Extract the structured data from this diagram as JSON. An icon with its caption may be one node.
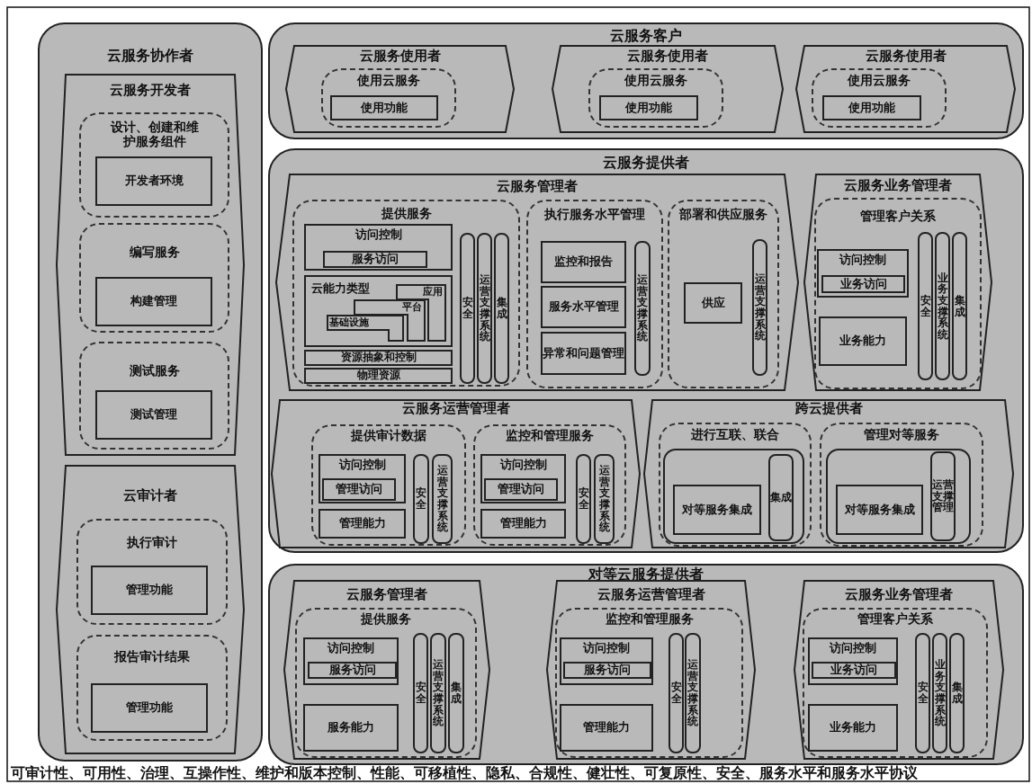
{
  "diagram": {
    "nodes": [
      {
        "text": [
          "云服务协作者"
        ]
      },
      {
        "text": [
          "云服务开发者"
        ],
        "in": 0
      },
      {
        "text": [
          "设计、创建和维护服务组件"
        ],
        "in": 1
      },
      {
        "text": [
          "开发者环境"
        ],
        "in": 2
      },
      {
        "text": [
          "编写服务"
        ],
        "in": 1
      },
      {
        "text": [
          "构建管理"
        ],
        "in": 4
      },
      {
        "text": [
          "测试服务"
        ],
        "in": 1
      },
      {
        "text": [
          "测试管理"
        ],
        "in": 6
      },
      {
        "text": [
          "云审计者"
        ],
        "in": 0
      },
      {
        "text": [
          "执行审计"
        ],
        "in": 8
      },
      {
        "text": [
          "管理功能"
        ],
        "in": 9
      },
      {
        "text": [
          "报告审计结果"
        ],
        "in": 8
      },
      {
        "text": [
          "管理功能"
        ],
        "in": 11
      },
      {
        "text": [
          "云服务客户"
        ]
      },
      {
        "text": [
          "云服务使用者"
        ],
        "in": 13
      },
      {
        "text": [
          "使用云服务"
        ],
        "in": 14
      },
      {
        "text": [
          "使用功能"
        ],
        "in": 15
      },
      {
        "text": [
          "云服务使用者"
        ],
        "in": 13
      },
      {
        "text": [
          "使用云服务"
        ],
        "in": 17
      },
      {
        "text": [
          "使用功能"
        ],
        "in": 18
      },
      {
        "text": [
          "云服务使用者"
        ],
        "in": 13
      },
      {
        "text": [
          "使用云服务"
        ],
        "in": 20
      },
      {
        "text": [
          "使用功能"
        ],
        "in": 21
      },
      {
        "text": [
          "云服务提供者"
        ]
      },
      {
        "text": [
          "云服务管理者"
        ],
        "in": 23
      },
      {
        "text": [
          "提供服务"
        ],
        "in": 24
      },
      {
        "text": [
          "访问控制"
        ],
        "in": 25
      },
      {
        "text": [
          "服务访问"
        ],
        "in": 26
      },
      {
        "text": [
          "云能力类型"
        ],
        "in": 25
      },
      {
        "text": [
          "应用"
        ],
        "in": 28
      },
      {
        "text": [
          "平台"
        ],
        "in": 28
      },
      {
        "text": [
          "基础设施"
        ],
        "in": 28
      },
      {
        "text": [
          "资源抽象和控制"
        ],
        "in": 25
      },
      {
        "text": [
          "物理资源"
        ],
        "in": 25
      },
      {
        "text": [
          "安全"
        ],
        "in": 25
      },
      {
        "text": [
          "运营支撑系统"
        ],
        "in": 25
      },
      {
        "text": [
          "集成"
        ],
        "in": 25
      },
      {
        "text": [
          "执行服务水平管理"
        ],
        "in": 24
      },
      {
        "text": [
          "监控和报告"
        ],
        "in": 37
      },
      {
        "text": [
          "服务水平管理"
        ],
        "in": 37
      },
      {
        "text": [
          "异常和问题管理"
        ],
        "in": 37
      },
      {
        "text": [
          "运营支撑系统"
        ],
        "in": 37
      },
      {
        "text": [
          "部署和供应服务"
        ],
        "in": 24
      },
      {
        "text": [
          "供应"
        ],
        "in": 42
      },
      {
        "text": [
          "运营支撑系统"
        ],
        "in": 42
      },
      {
        "text": [
          "云服务业务管理者"
        ],
        "in": 23
      },
      {
        "text": [
          "管理客户关系"
        ],
        "in": 45
      },
      {
        "text": [
          "访问控制"
        ],
        "in": 46
      },
      {
        "text": [
          "业务访问"
        ],
        "in": 47
      },
      {
        "text": [
          "业务能力"
        ],
        "in": 46
      },
      {
        "text": [
          "安全"
        ],
        "in": 46
      },
      {
        "text": [
          "业务支撑系统"
        ],
        "in": 46
      },
      {
        "text": [
          "集成"
        ],
        "in": 46
      },
      {
        "text": [
          "云服务运营管理者"
        ],
        "in": 23
      },
      {
        "text": [
          "提供审计数据"
        ],
        "in": 53
      },
      {
        "text": [
          "访问控制"
        ],
        "in": 54
      },
      {
        "text": [
          "管理访问"
        ],
        "in": 55
      },
      {
        "text": [
          "管理能力"
        ],
        "in": 54
      },
      {
        "text": [
          "安全"
        ],
        "in": 54
      },
      {
        "text": [
          "运营支撑系统"
        ],
        "in": 54
      },
      {
        "text": [
          "监控和管理服务"
        ],
        "in": 53
      },
      {
        "text": [
          "访问控制"
        ],
        "in": 60
      },
      {
        "text": [
          "管理访问"
        ],
        "in": 61
      },
      {
        "text": [
          "管理能力"
        ],
        "in": 60
      },
      {
        "text": [
          "安全"
        ],
        "in": 60
      },
      {
        "text": [
          "运营支撑系统"
        ],
        "in": 60
      },
      {
        "text": [
          "跨云提供者"
        ],
        "in": 23
      },
      {
        "text": [
          "进行互联、联合"
        ],
        "in": 66
      },
      {
        "text": [],
        "shape": "box",
        "in": 67
      },
      {
        "text": [
          "对等服务集成"
        ],
        "in": 68
      },
      {
        "text": [
          "集成"
        ],
        "in": 68
      },
      {
        "text": [
          "管理对等服务"
        ],
        "in": 66
      },
      {
        "text": [],
        "shape": "box",
        "in": 71
      },
      {
        "text": [
          "对等服务集成"
        ],
        "in": 72
      },
      {
        "text": [
          "运营支撑管理"
        ],
        "in": 72
      },
      {
        "text": [
          "对等云服务提供者"
        ]
      },
      {
        "text": [
          "云服务管理者"
        ],
        "in": 75
      },
      {
        "text": [
          "提供服务"
        ],
        "in": 76
      },
      {
        "text": [
          "访问控制"
        ],
        "in": 77
      },
      {
        "text": [
          "服务访问"
        ],
        "in": 78
      },
      {
        "text": [
          "服务能力"
        ],
        "in": 77
      },
      {
        "text": [
          "安全"
        ],
        "in": 77
      },
      {
        "text": [
          "运营支撑系统"
        ],
        "in": 77
      },
      {
        "text": [
          "集成"
        ],
        "in": 77
      },
      {
        "text": [
          "云服务运营管理者"
        ],
        "in": 75
      },
      {
        "text": [
          "监控和管理服务"
        ],
        "in": 84
      },
      {
        "text": [
          "访问控制"
        ],
        "in": 85
      },
      {
        "text": [
          "服务访问"
        ],
        "in": 86
      },
      {
        "text": [
          "管理能力"
        ],
        "in": 85
      },
      {
        "text": [
          "安全"
        ],
        "in": 85
      },
      {
        "text": [
          "运营支撑系统"
        ],
        "in": 85
      },
      {
        "text": [
          "云服务业务管理者"
        ],
        "in": 75
      },
      {
        "text": [
          "管理客户关系"
        ],
        "in": 91
      },
      {
        "text": [
          "访问控制"
        ],
        "in": 92
      },
      {
        "text": [
          "业务访问"
        ],
        "in": 93
      },
      {
        "text": [
          "业务能力"
        ],
        "in": 92
      },
      {
        "text": [
          "安全"
        ],
        "in": 92
      },
      {
        "text": [
          "业务支撑系统"
        ],
        "in": 92
      },
      {
        "text": [
          "集成"
        ],
        "in": 92
      }
    ],
    "edges": [],
    "labels": [
      "可审计性、可用性、治理、互操作性、维护和版本控制、性能、可移植性、隐私、合规性、健壮性、可复原性、安全、服务水平和服务水平协议"
    ]
  }
}
